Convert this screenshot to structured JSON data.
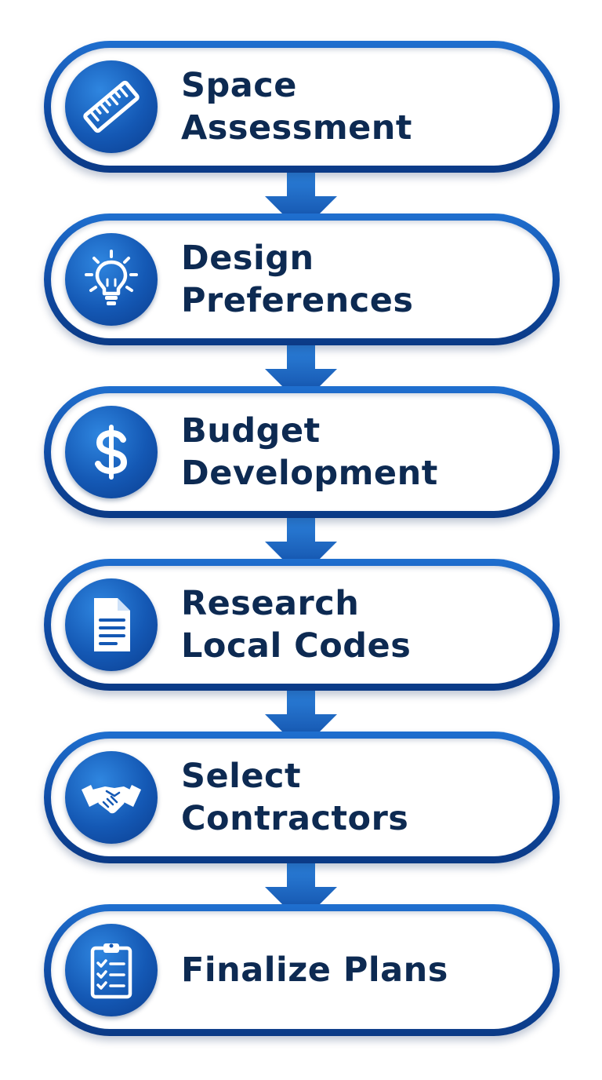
{
  "steps": [
    {
      "lines": [
        "Space",
        "Assessment"
      ],
      "icon": "ruler-icon"
    },
    {
      "lines": [
        "Design",
        "Preferences"
      ],
      "icon": "lightbulb-icon"
    },
    {
      "lines": [
        "Budget",
        "Development"
      ],
      "icon": "dollar-icon"
    },
    {
      "lines": [
        "Research",
        "Local Codes"
      ],
      "icon": "document-icon"
    },
    {
      "lines": [
        "Select",
        "Contractors"
      ],
      "icon": "handshake-icon"
    },
    {
      "lines": [
        "Finalize Plans"
      ],
      "icon": "clipboard-checklist-icon"
    }
  ],
  "colors": {
    "accent": "#1458b4",
    "accent_light": "#2f86e0",
    "accent_dark": "#0b3a86",
    "text": "#0d2a52",
    "background": "#ffffff"
  }
}
